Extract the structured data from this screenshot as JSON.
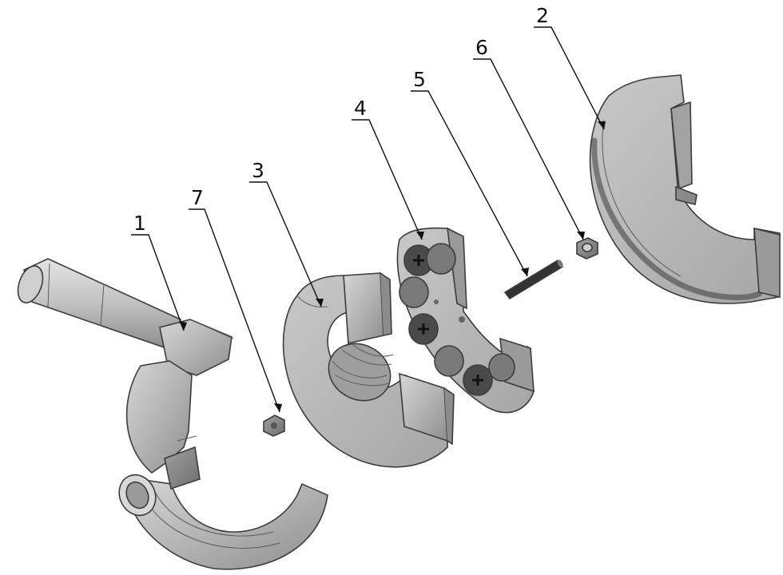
{
  "diagram": {
    "type": "exploded-assembly",
    "callouts": [
      {
        "id": "1",
        "label": "1"
      },
      {
        "id": "2",
        "label": "2"
      },
      {
        "id": "3",
        "label": "3"
      },
      {
        "id": "4",
        "label": "4"
      },
      {
        "id": "5",
        "label": "5"
      },
      {
        "id": "6",
        "label": "6"
      },
      {
        "id": "7",
        "label": "7"
      }
    ]
  }
}
